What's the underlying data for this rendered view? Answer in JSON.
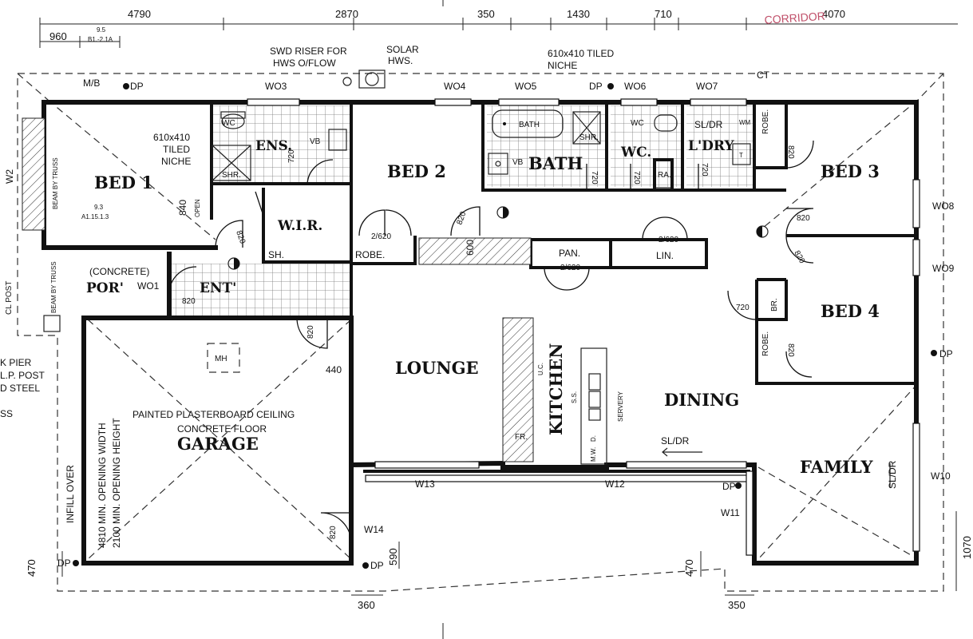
{
  "rooms": {
    "bed1": "BED 1",
    "bed2": "BED 2",
    "bed3": "BED 3",
    "bed4": "BED 4",
    "ens": "ENS.",
    "wir": "W.I.R.",
    "bath": "BATH",
    "wc": "WC.",
    "ldry": "L'DRY",
    "por": "POR'",
    "ent": "ENT'",
    "garage": "GARAGE",
    "lounge": "LOUNGE",
    "kitchen": "KITCHEN",
    "dining": "DINING",
    "family": "FAMILY"
  },
  "labels": {
    "concrete": "(CONCRETE)",
    "ceiling": "PAINTED PLASTERBOARD CEILING",
    "floor": "CONCRETE FLOOR",
    "niche1": "610x410",
    "niche1b": "TILED",
    "niche1c": "NICHE",
    "niche2": "610x410 TILED",
    "niche2b": "NICHE",
    "swd1": "SWD RISER FOR",
    "swd2": "HWS O/FLOW",
    "solar1": "SOLAR",
    "solar2": "HWS.",
    "mb": "M/B",
    "dp": "DP",
    "ct": "CT",
    "mh": "MH",
    "pan": "PAN.",
    "lin": "LIN.",
    "robe": "ROBE.",
    "sh": "SH.",
    "shr": "SHR.",
    "vb": "VB",
    "wcs": "WC",
    "bathtub": "BATH",
    "ra": "RA.",
    "wm": "WM",
    "tr": "T",
    "br": "BR.",
    "fr": "FR.",
    "mw": "M.W.",
    "dw": "D.",
    "uc": "U.C.",
    "ss": "S.S.",
    "servery": "SERVERY",
    "sldr": "SL/DR",
    "open": "OPEN",
    "infill": "INFILL OVER",
    "minw": "4810 MIN. OPENING WIDTH",
    "minh": "2100 MIN. OPENING HEIGHT",
    "beam": "BEAM BY TRUSS",
    "corridor": "CORRIDOR",
    "clpost": "CL POST",
    "pier": "K PIER",
    "ppost": "L.P. POST",
    "steel": "D STEEL",
    "ss2": "SS",
    "ref1": "9.5",
    "ref1b": "B1.-2.1A",
    "ref2": "9.3",
    "ref2b": "A1.15.1.3",
    "d2620": "2/620",
    "d820": "820",
    "d720": "720",
    "d600": "600",
    "d840": "840",
    "d440": "440"
  },
  "windows": [
    "WO3",
    "WO4",
    "WO5",
    "WO6",
    "WO7",
    "W2",
    "WO1",
    "WO8",
    "WO9",
    "W10",
    "W11",
    "W12",
    "W13",
    "W14"
  ],
  "dimensions": {
    "top": [
      "4790",
      "2870",
      "350",
      "1430",
      "710",
      "4070"
    ],
    "top_small": "960",
    "bottom": [
      "360",
      "350"
    ],
    "side": [
      "470",
      "590",
      "470",
      "1070"
    ]
  }
}
